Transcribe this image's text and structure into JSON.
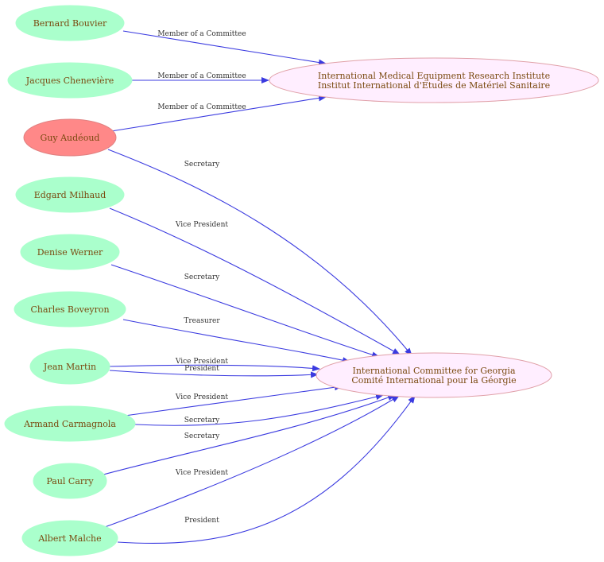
{
  "colors": {
    "person_fill": "#aaffcc",
    "highlight_fill": "#ff8888",
    "highlight_stroke": "#e08080",
    "org_fill": "#ffeeff",
    "org_stroke": "#e0a0a8",
    "edge": "#3b3be0",
    "node_text": "#7a4a10",
    "edge_text": "#333333"
  },
  "people": [
    {
      "id": "bouvier",
      "name": "Bernard Bouvier"
    },
    {
      "id": "cheneviere",
      "name": "Jacques Chenevière"
    },
    {
      "id": "audeoud",
      "name": "Guy Audéoud",
      "highlight": true
    },
    {
      "id": "milhaud",
      "name": "Edgard Milhaud"
    },
    {
      "id": "werner",
      "name": "Denise Werner"
    },
    {
      "id": "boveyron",
      "name": "Charles Boveyron"
    },
    {
      "id": "martin",
      "name": "Jean Martin"
    },
    {
      "id": "carmagnola",
      "name": "Armand Carmagnola"
    },
    {
      "id": "carry",
      "name": "Paul Carry"
    },
    {
      "id": "malche",
      "name": "Albert Malche"
    }
  ],
  "organizations": [
    {
      "id": "imeri",
      "lines": [
        "International Medical Equipment  Research Institute",
        "Institut International d'Études de Matériel Sanitaire"
      ]
    },
    {
      "id": "icg",
      "lines": [
        "International Committee for Georgia",
        "Comité International pour la Géorgie"
      ]
    }
  ],
  "edges": [
    {
      "id": "e1",
      "from": "bouvier",
      "to": "imeri",
      "label": "Member of a Committee"
    },
    {
      "id": "e2",
      "from": "cheneviere",
      "to": "imeri",
      "label": "Member of a Committee"
    },
    {
      "id": "e3",
      "from": "audeoud",
      "to": "imeri",
      "label": "Member of a Committee"
    },
    {
      "id": "e4",
      "from": "audeoud",
      "to": "icg",
      "label": "Secretary"
    },
    {
      "id": "e5",
      "from": "milhaud",
      "to": "icg",
      "label": "Vice President"
    },
    {
      "id": "e6",
      "from": "werner",
      "to": "icg",
      "label": "Secretary"
    },
    {
      "id": "e7",
      "from": "boveyron",
      "to": "icg",
      "label": "Treasurer"
    },
    {
      "id": "e8",
      "from": "martin",
      "to": "icg",
      "label": "Vice President"
    },
    {
      "id": "e9",
      "from": "martin",
      "to": "icg",
      "label": "President"
    },
    {
      "id": "e10",
      "from": "carmagnola",
      "to": "icg",
      "label": "Vice President"
    },
    {
      "id": "e11",
      "from": "carmagnola",
      "to": "icg",
      "label": "Secretary"
    },
    {
      "id": "e12",
      "from": "carry",
      "to": "icg",
      "label": "Secretary"
    },
    {
      "id": "e13",
      "from": "carry",
      "to": "icg",
      "label": "Vice President"
    },
    {
      "id": "e14",
      "from": "malche",
      "to": "icg",
      "label": "President"
    }
  ]
}
